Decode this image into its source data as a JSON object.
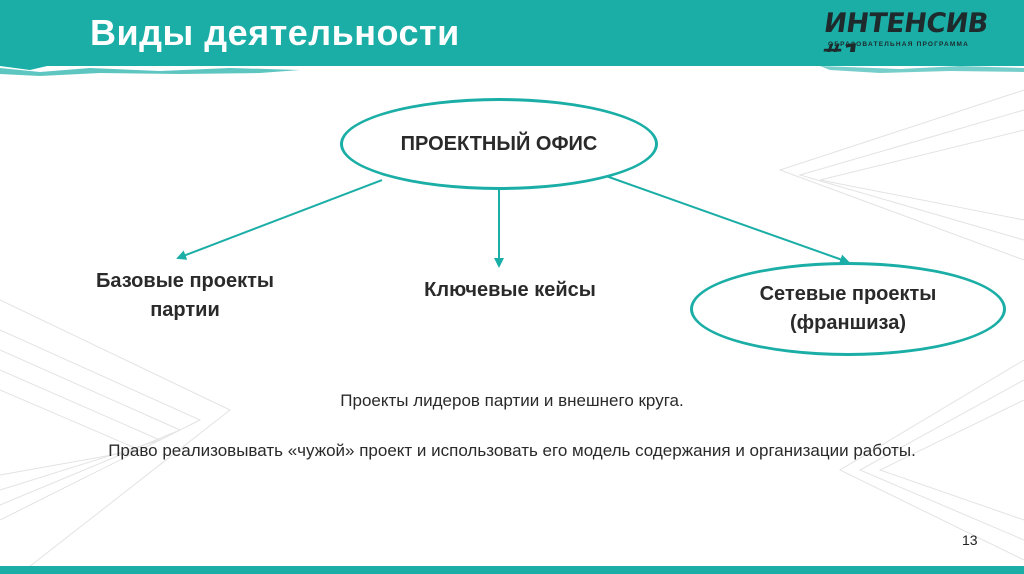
{
  "header": {
    "title": "Виды деятельности",
    "logo_main": "ИНТЕНСИВ #1",
    "logo_sub": "ОБРАЗОВАТЕЛЬНАЯ ПРОГРАММА"
  },
  "diagram": {
    "root": "ПРОЕКТНЫЙ ОФИС",
    "children": [
      {
        "label_line1": "Базовые проекты",
        "label_line2": "партии"
      },
      {
        "label_line1": "Ключевые кейсы"
      },
      {
        "label_line1": "Сетевые проекты",
        "label_line2": "(франшиза)"
      }
    ]
  },
  "descriptions": [
    "Проекты лидеров партии и внешнего круга.",
    "Право реализовывать «чужой» проект и использовать его модель содержания и организации работы."
  ],
  "page_number": "13",
  "colors": {
    "accent": "#1aaea6",
    "text": "#2a2a2a"
  }
}
